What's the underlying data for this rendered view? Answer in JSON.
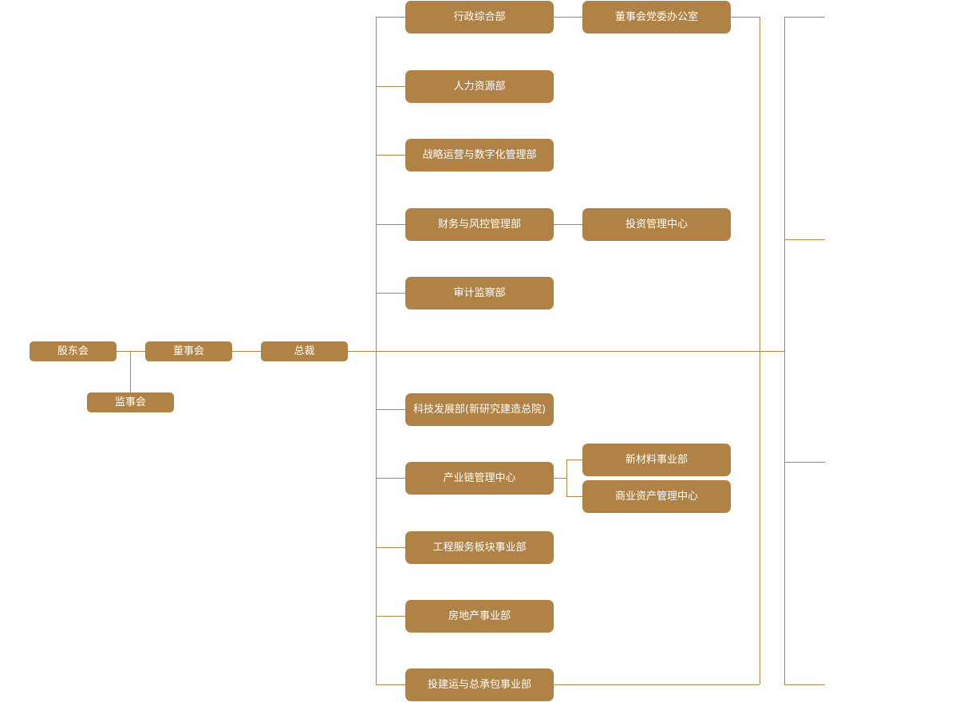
{
  "root": {
    "shareholders": "股东会",
    "board": "董事会",
    "supervisors": "监事会",
    "president": "总裁"
  },
  "departments": [
    {
      "name": "行政综合部",
      "subs": [
        "董事会党委办公室"
      ]
    },
    {
      "name": "人力资源部",
      "subs": []
    },
    {
      "name": "战略运营与数字化管理部",
      "subs": []
    },
    {
      "name": "财务与风控管理部",
      "subs": [
        "投资管理中心"
      ]
    },
    {
      "name": "审计监察部",
      "subs": []
    },
    {
      "name": "科技发展部(新研究建造总院)",
      "subs": []
    },
    {
      "name": "产业链管理中心",
      "subs": [
        "新材料事业部",
        "商业资产管理中心"
      ]
    },
    {
      "name": "工程服务板块事业部",
      "subs": []
    },
    {
      "name": "房地产事业部",
      "subs": []
    },
    {
      "name": "投建运与总承包事业部",
      "subs": []
    }
  ],
  "colors": {
    "node": "#b08246",
    "line": "#b08546",
    "text": "#ffffff"
  }
}
